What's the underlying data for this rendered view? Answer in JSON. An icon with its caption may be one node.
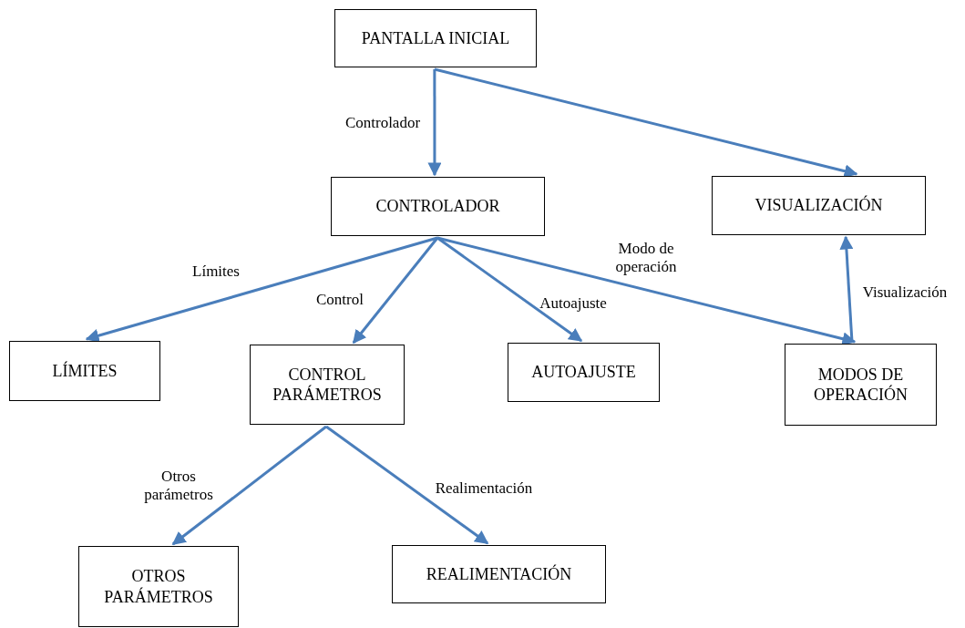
{
  "diagram": {
    "nodes": [
      {
        "text": [
          "PANTALLA INICIAL"
        ]
      },
      {
        "text": [
          "CONTROLADOR"
        ]
      },
      {
        "text": [
          "VISUALIZACIÓN"
        ]
      },
      {
        "text": [
          "LÍMITES"
        ]
      },
      {
        "text": [
          "CONTROL PARÁMETROS"
        ]
      },
      {
        "text": [
          "AUTOAJUSTE"
        ]
      },
      {
        "text": [
          "MODOS DE OPERACIÓN"
        ]
      },
      {
        "text": [
          "OTROS PARÁMETROS"
        ]
      },
      {
        "text": [
          "REALIMENTACIÓN"
        ]
      }
    ],
    "edges": [
      {
        "from": 0,
        "to": 1,
        "arrow": "to",
        "label": "Controlador"
      },
      {
        "from": 0,
        "to": 2,
        "arrow": "to"
      },
      {
        "from": 1,
        "to": 3,
        "arrow": "to",
        "label": "Límites"
      },
      {
        "from": 1,
        "to": 4,
        "arrow": "to",
        "label": "Control"
      },
      {
        "from": 1,
        "to": 5,
        "arrow": "to",
        "label": "Autoajuste"
      },
      {
        "from": 1,
        "to": 6,
        "arrow": "to",
        "label": "Modo de operación"
      },
      {
        "from": 6,
        "to": 2,
        "arrow": "to",
        "label": "Visualización"
      },
      {
        "from": 4,
        "to": 7,
        "arrow": "to",
        "label": "Otros parámetros"
      },
      {
        "from": 4,
        "to": 8,
        "arrow": "to",
        "label": "Realimentación"
      }
    ]
  }
}
